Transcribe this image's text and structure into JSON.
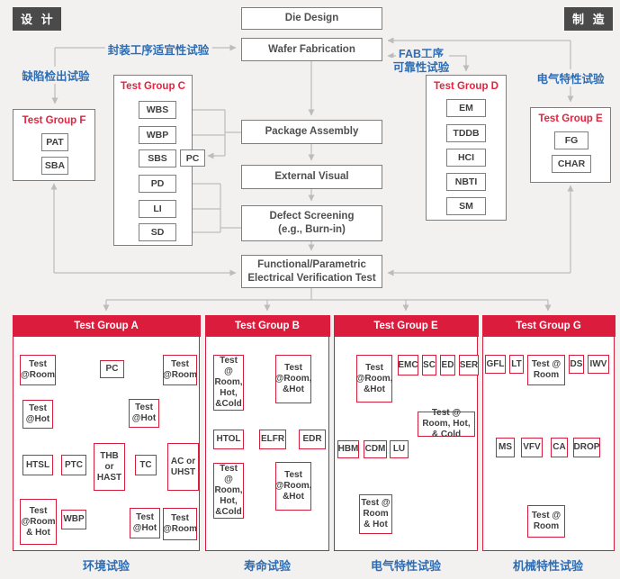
{
  "colors": {
    "accent_red": "#dc1c3c",
    "title_red": "#e8213d",
    "accent_blue": "#2e6db4",
    "badge_gray": "#4a4a4a",
    "line_gray": "#bcbcbc"
  },
  "badges": {
    "design": "设 计",
    "manufacture": "制 造"
  },
  "flow": {
    "die_design": "Die Design",
    "wafer_fabrication": "Wafer Fabrication",
    "package_assembly": "Package Assembly",
    "external_visual": "External Visual",
    "defect_screening_line1": "Defect Screening",
    "defect_screening_line2": "(e.g., Burn-in)",
    "functional_line1": "Functional/Parametric",
    "functional_line2": "Electrical Verification Test"
  },
  "labels": {
    "package_suitability": "封装工序适宜性试验",
    "defect_detection": "缺陷检出试验",
    "fab_reliability_line1": "FAB工序",
    "fab_reliability_line2": "可靠性试验",
    "electrical_characteristics": "电气特性试验",
    "pc": "PC"
  },
  "groups": {
    "f": {
      "title": "Test Group F",
      "items": [
        "PAT",
        "SBA"
      ]
    },
    "c": {
      "title": "Test Group C",
      "items": [
        "WBS",
        "WBP",
        "SBS",
        "PD",
        "LI",
        "SD"
      ]
    },
    "d": {
      "title": "Test Group D",
      "items": [
        "EM",
        "TDDB",
        "HCI",
        "NBTI",
        "SM"
      ]
    },
    "e": {
      "title": "Test Group E",
      "items": [
        "FG",
        "CHAR"
      ]
    }
  },
  "panels": {
    "a": {
      "title": "Test Group A",
      "caption": "环境试验",
      "nodes": {
        "room_tl": "Test @Room",
        "pc": "PC",
        "room_tr": "Test @Room",
        "hot_left": "Test @Hot",
        "hot_mid": "Test @Hot",
        "htsl": "HTSL",
        "ptc": "PTC",
        "thb": "THB or HAST",
        "tc": "TC",
        "ac": "AC or UHST",
        "room_hot": "Test @Room & Hot",
        "wbp": "WBP",
        "hot_bottom": "Test @Hot",
        "room_br": "Test @Room"
      }
    },
    "b": {
      "title": "Test Group B",
      "caption": "寿命试验",
      "nodes": {
        "rhc_top": "Test @ Room, Hot, &Cold",
        "htol": "HTOL",
        "rhc_bottom": "Test @ Room, Hot, &Cold",
        "rh_top": "Test @Room, &Hot",
        "elfr": "ELFR",
        "edr": "EDR",
        "rh_bottom": "Test @Room, &Hot"
      }
    },
    "e": {
      "title": "Test Group E",
      "caption": "电气特性试验",
      "nodes": {
        "rh_top": "Test @Room, &Hot",
        "emc": "EMC",
        "sc": "SC",
        "ed": "ED",
        "ser": "SER",
        "rhc": "Test @ Room, Hot, & Cold",
        "hbm": "HBM",
        "cdm": "CDM",
        "lu": "LU",
        "rh_bottom": "Test @ Room & Hot"
      }
    },
    "g": {
      "title": "Test Group G",
      "caption": "机械特性试验",
      "nodes": {
        "gfl": "GFL",
        "lt": "LT",
        "room_top": "Test @ Room",
        "ds": "DS",
        "iwv": "IWV",
        "ms": "MS",
        "vfv": "VFV",
        "ca": "CA",
        "drop": "DROP",
        "room_bottom": "Test @ Room"
      }
    }
  }
}
